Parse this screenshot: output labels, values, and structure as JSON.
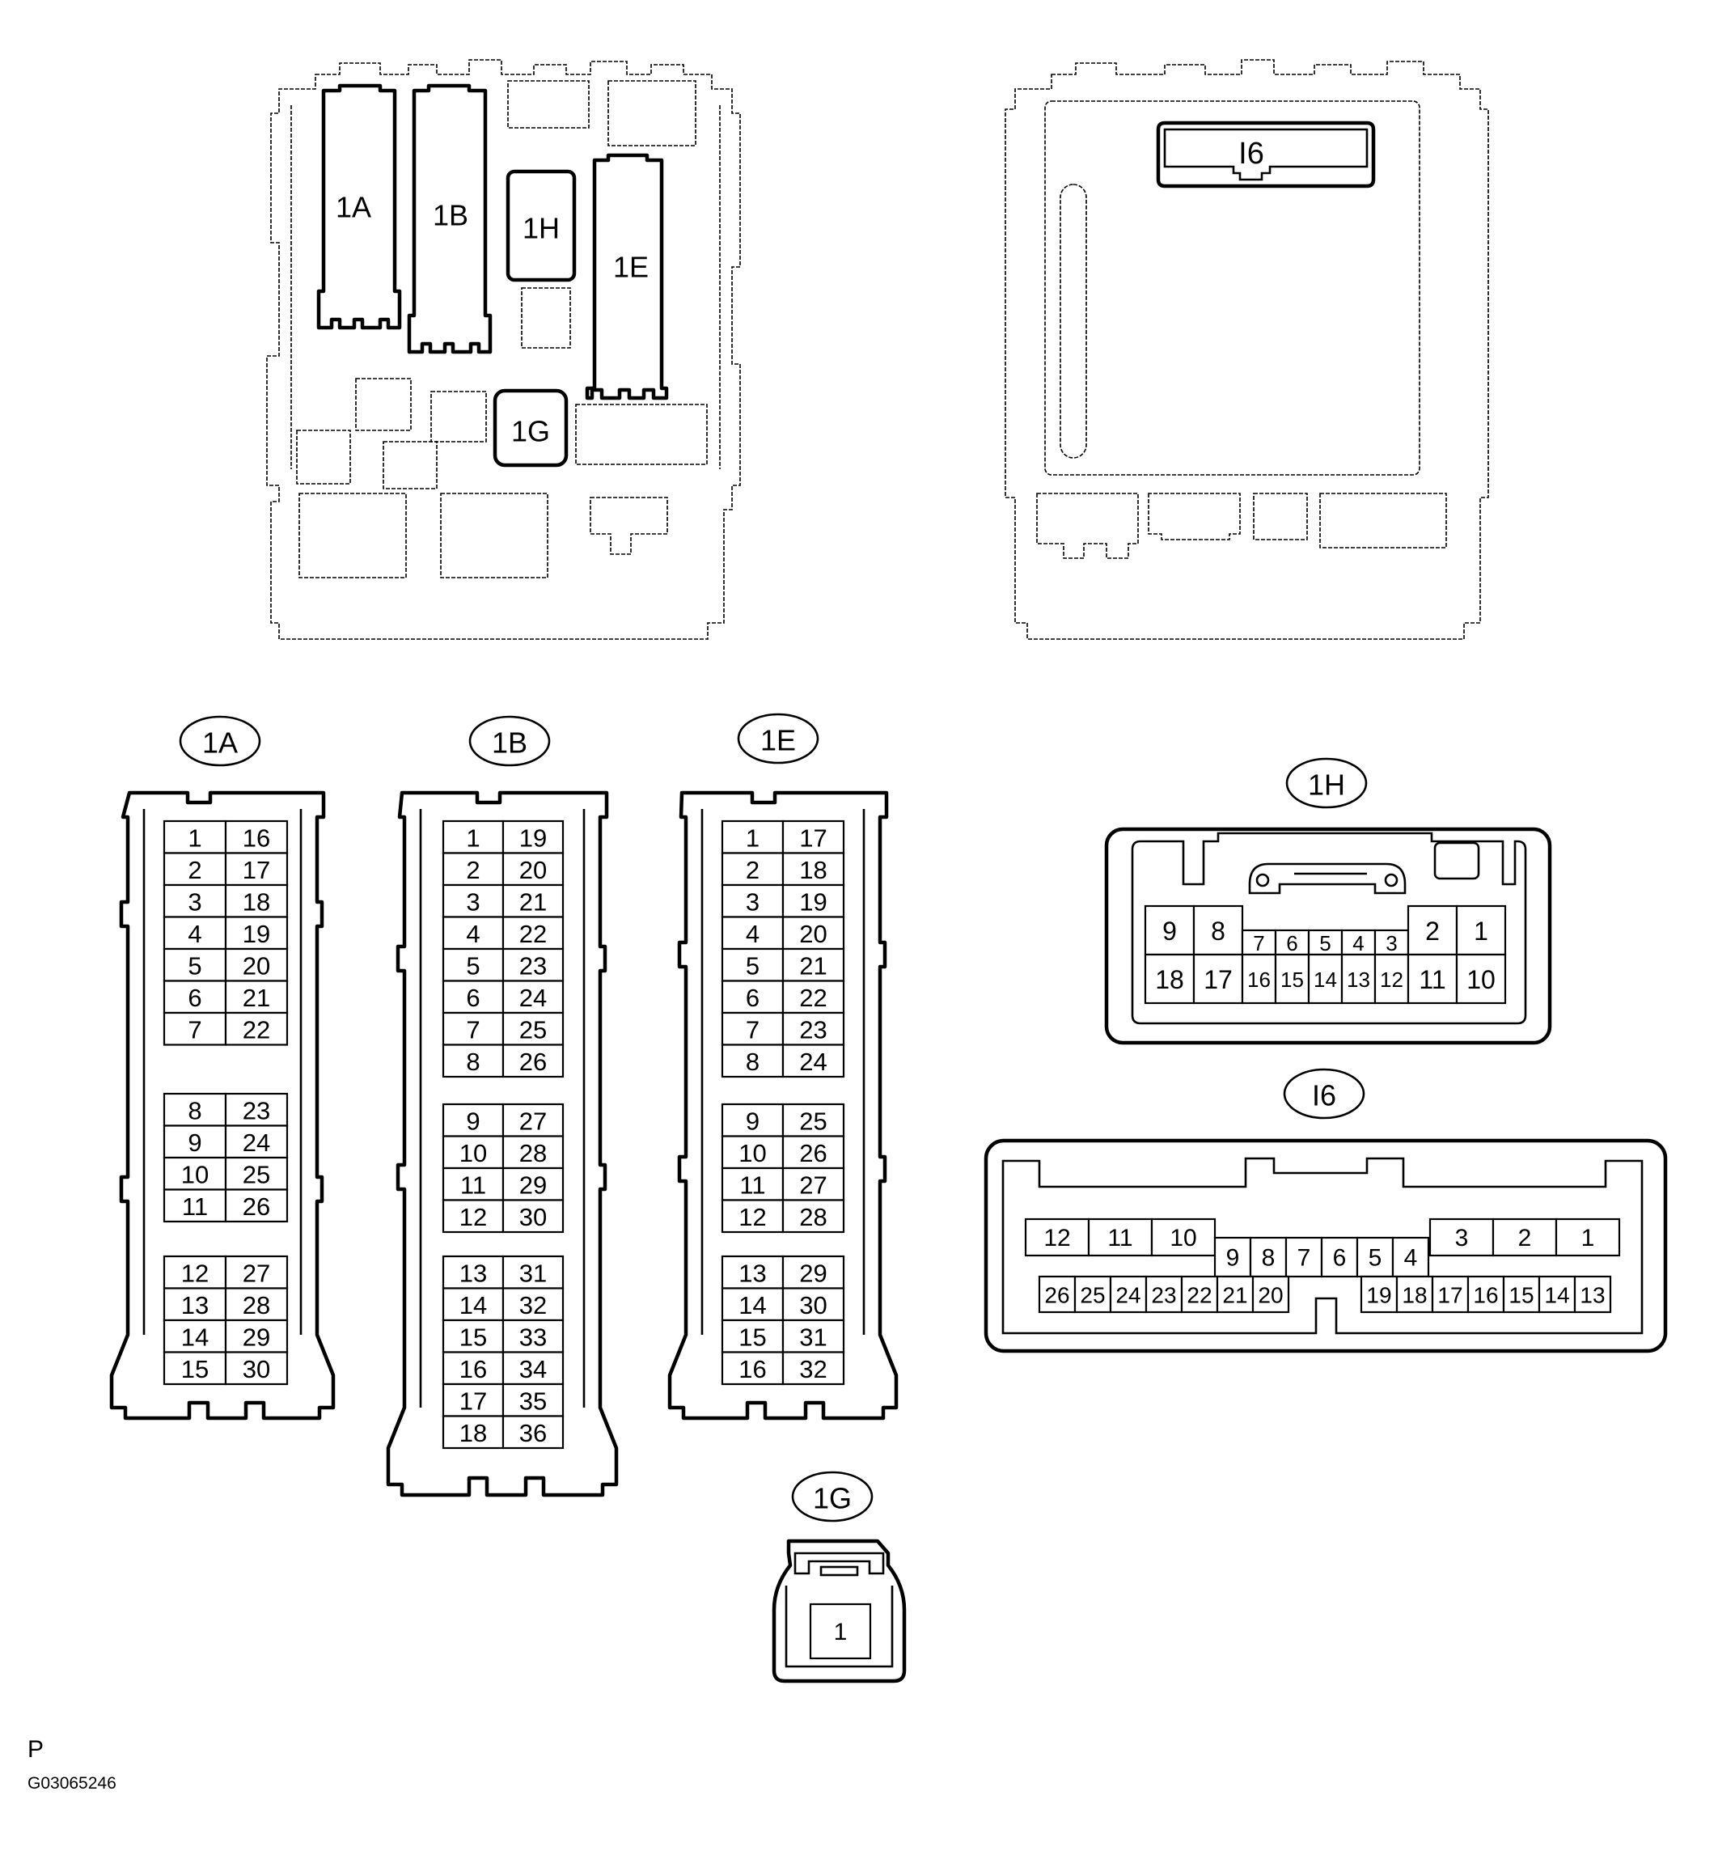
{
  "overview": {
    "left_labels": [
      "1A",
      "1B",
      "1H",
      "1E",
      "1G"
    ],
    "right_label": "I6"
  },
  "connectors": {
    "c1A": {
      "label": "1A",
      "groups": [
        [
          [
            "1",
            "16"
          ],
          [
            "2",
            "17"
          ],
          [
            "3",
            "18"
          ],
          [
            "4",
            "19"
          ],
          [
            "5",
            "20"
          ],
          [
            "6",
            "21"
          ],
          [
            "7",
            "22"
          ]
        ],
        [
          [
            "8",
            "23"
          ],
          [
            "9",
            "24"
          ],
          [
            "10",
            "25"
          ],
          [
            "11",
            "26"
          ]
        ],
        [
          [
            "12",
            "27"
          ],
          [
            "13",
            "28"
          ],
          [
            "14",
            "29"
          ],
          [
            "15",
            "30"
          ]
        ]
      ]
    },
    "c1B": {
      "label": "1B",
      "groups": [
        [
          [
            "1",
            "19"
          ],
          [
            "2",
            "20"
          ],
          [
            "3",
            "21"
          ],
          [
            "4",
            "22"
          ],
          [
            "5",
            "23"
          ],
          [
            "6",
            "24"
          ],
          [
            "7",
            "25"
          ],
          [
            "8",
            "26"
          ]
        ],
        [
          [
            "9",
            "27"
          ],
          [
            "10",
            "28"
          ],
          [
            "11",
            "29"
          ],
          [
            "12",
            "30"
          ]
        ],
        [
          [
            "13",
            "31"
          ],
          [
            "14",
            "32"
          ],
          [
            "15",
            "33"
          ],
          [
            "16",
            "34"
          ],
          [
            "17",
            "35"
          ],
          [
            "18",
            "36"
          ]
        ]
      ]
    },
    "c1E": {
      "label": "1E",
      "groups": [
        [
          [
            "1",
            "17"
          ],
          [
            "2",
            "18"
          ],
          [
            "3",
            "19"
          ],
          [
            "4",
            "20"
          ],
          [
            "5",
            "21"
          ],
          [
            "6",
            "22"
          ],
          [
            "7",
            "23"
          ],
          [
            "8",
            "24"
          ]
        ],
        [
          [
            "9",
            "25"
          ],
          [
            "10",
            "26"
          ],
          [
            "11",
            "27"
          ],
          [
            "12",
            "28"
          ]
        ],
        [
          [
            "13",
            "29"
          ],
          [
            "14",
            "30"
          ],
          [
            "15",
            "31"
          ],
          [
            "16",
            "32"
          ]
        ]
      ]
    },
    "c1H": {
      "label": "1H",
      "big_top_left": [
        "9",
        "8"
      ],
      "small_top": [
        "7",
        "6",
        "5",
        "4",
        "3"
      ],
      "big_top_right": [
        "2",
        "1"
      ],
      "big_bottom_left": [
        "18",
        "17"
      ],
      "small_bottom": [
        "16",
        "15",
        "14",
        "13",
        "12"
      ],
      "big_bottom_right": [
        "11",
        "10"
      ]
    },
    "cI6": {
      "label": "I6",
      "top_left": [
        "12",
        "11",
        "10"
      ],
      "top_mid": [
        "9",
        "8",
        "7",
        "6",
        "5",
        "4"
      ],
      "top_right": [
        "3",
        "2",
        "1"
      ],
      "bottom_left": [
        "26",
        "25",
        "24",
        "23",
        "22",
        "21",
        "20"
      ],
      "bottom_right": [
        "19",
        "18",
        "17",
        "16",
        "15",
        "14",
        "13"
      ]
    },
    "c1G": {
      "label": "1G",
      "pins": [
        "1"
      ]
    }
  },
  "footer": {
    "code": "P",
    "figure_id": "G03065246"
  }
}
